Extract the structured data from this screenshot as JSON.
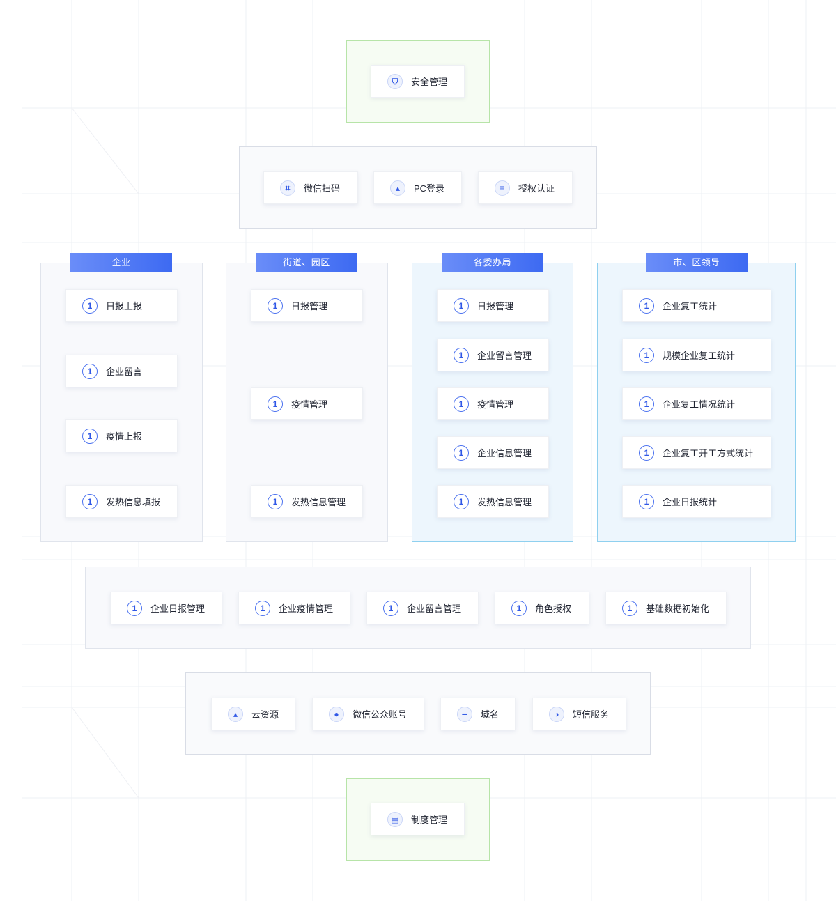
{
  "top": {
    "label": "安全管理",
    "icon": "shield-icon"
  },
  "auth": [
    {
      "label": "微信扫码",
      "icon": "scan-icon"
    },
    {
      "label": "PC登录",
      "icon": "pc-icon"
    },
    {
      "label": "授权认证",
      "icon": "authorize-icon"
    }
  ],
  "columns": [
    {
      "title": "企业",
      "items": [
        "日报上报",
        "企业留言",
        "疫情上报",
        "发热信息填报"
      ]
    },
    {
      "title": "街道、园区",
      "items": [
        "日报管理",
        "疫情管理",
        "发热信息管理"
      ]
    },
    {
      "title": "各委办局",
      "items": [
        "日报管理",
        "企业留言管理",
        "疫情管理",
        "企业信息管理",
        "发热信息管理"
      ]
    },
    {
      "title": "市、区领导",
      "items": [
        "企业复工统计",
        "规模企业复工统计",
        "企业复工情况统计",
        "企业复工开工方式统计",
        "企业日报统计"
      ]
    }
  ],
  "admin": [
    "企业日报管理",
    "企业疫情管理",
    "企业留言管理",
    "角色授权",
    "基础数据初始化"
  ],
  "infra": [
    {
      "label": "云资源",
      "icon": "cloud-icon"
    },
    {
      "label": "微信公众账号",
      "icon": "wechat-icon"
    },
    {
      "label": "域名",
      "icon": "domain-icon"
    },
    {
      "label": "短信服务",
      "icon": "sms-icon"
    }
  ],
  "bottom": {
    "label": "制度管理",
    "icon": "policy-icon"
  },
  "colors": {
    "accent": "#3d6af2",
    "green_border": "#b7e4a8",
    "blue_border": "#8fd0ef"
  }
}
